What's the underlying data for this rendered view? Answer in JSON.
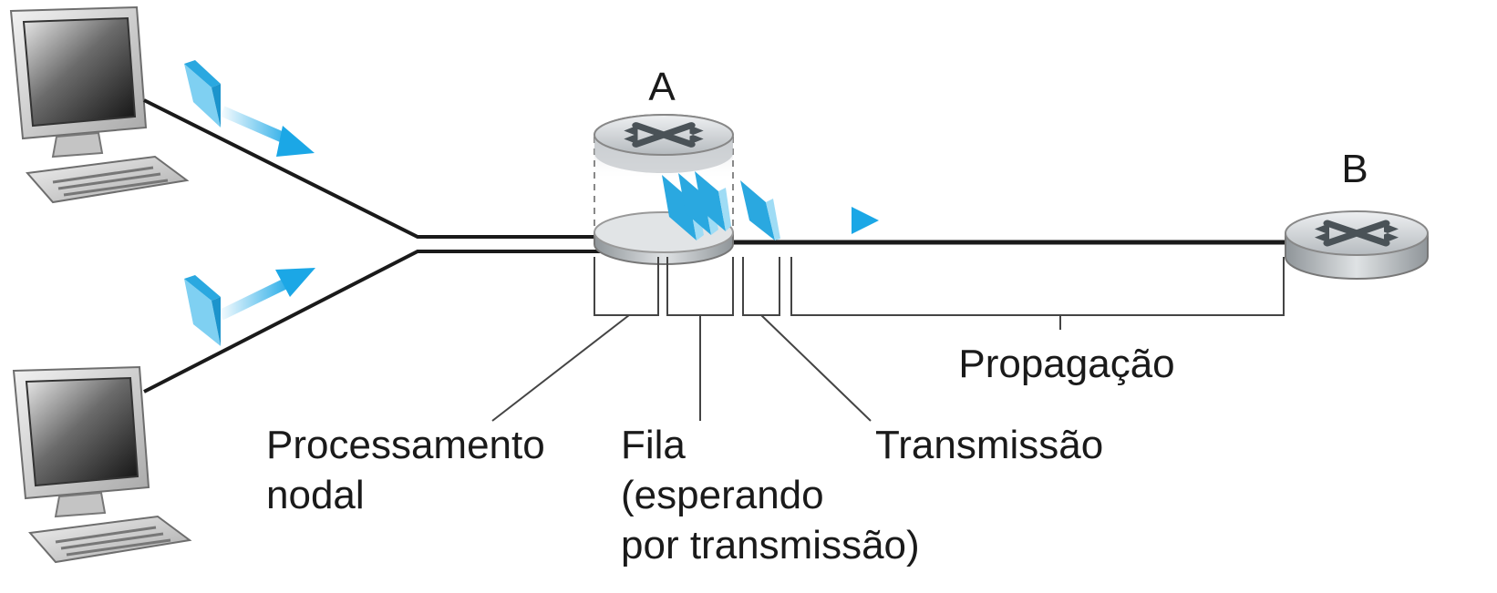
{
  "nodes": {
    "router_a": {
      "label": "A"
    },
    "router_b": {
      "label": "B"
    }
  },
  "delays": {
    "processing": {
      "line1": "Processamento",
      "line2": "nodal"
    },
    "queue": {
      "line1": "Fila",
      "line2": "(esperando",
      "line3": "por transmissão)"
    },
    "transmission": {
      "label": "Transmissão"
    },
    "propagation": {
      "label": "Propagação"
    }
  },
  "colors": {
    "packet": "#33b5e5",
    "arrow": "#1ba7e6",
    "link": "#1a1a1a",
    "router_body": "#c9ccd0",
    "router_mark": "#4a5257"
  },
  "icons": {
    "hosts": [
      "desktop-computer-icon",
      "desktop-computer-icon"
    ],
    "routers": [
      "router-icon",
      "router-icon"
    ]
  }
}
